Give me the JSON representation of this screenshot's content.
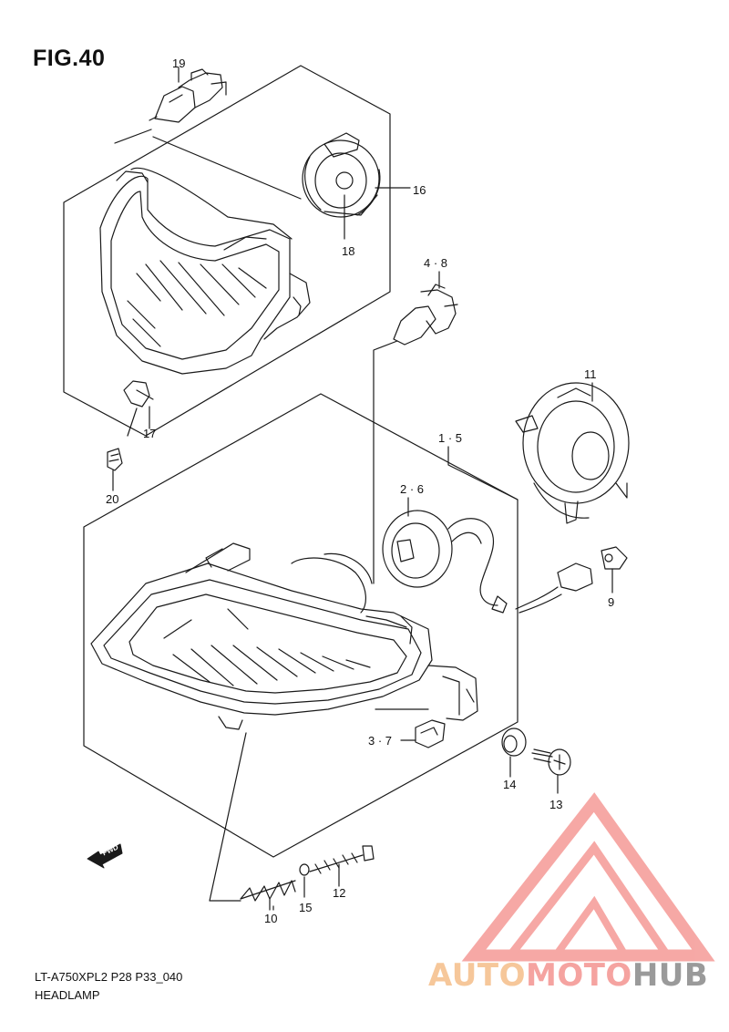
{
  "figure": {
    "title": "FIG.40"
  },
  "callouts": {
    "p19": "19",
    "p16": "16",
    "p18": "18",
    "p48": "4 · 8",
    "p11": "11",
    "p17": "17",
    "p15a": "1 · 5",
    "p26": "2 · 6",
    "p20": "20",
    "p9": "9",
    "p37": "3 · 7",
    "p14": "14",
    "p13": "13",
    "p10": "10",
    "p15": "15",
    "p12": "12"
  },
  "fwd_label": "FWD",
  "footer": {
    "code": "LT-A750XPL2 P28 P33_040",
    "name": "HEADLAMP"
  },
  "watermark": {
    "part1": "AUTO",
    "part2": "MOTO",
    "part3": "HUB",
    "colors": {
      "auto": "#f6c79a",
      "moto": "#f5a3a0",
      "hub": "#9a9a9a",
      "logo": "#f59a96"
    }
  }
}
